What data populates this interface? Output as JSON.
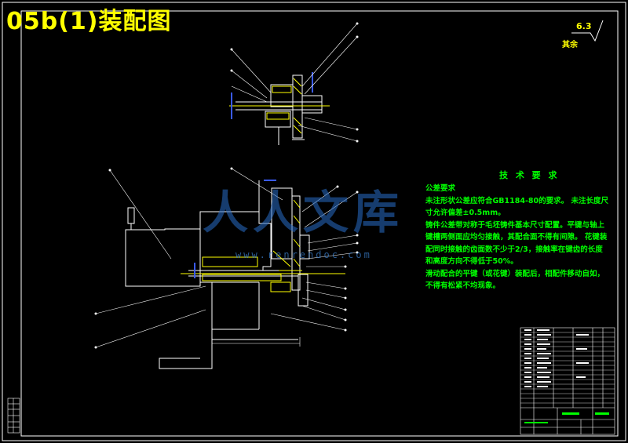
{
  "drawing": {
    "title": "05b(1)装配图",
    "roughness": {
      "value": "6.3",
      "label": "其余"
    },
    "tech_requirements": {
      "title": "技 术 要 求",
      "lines": [
        "公差要求",
        "未注形状公差应符合GB1184-80的要求。 未注长度尺寸允许偏差±0.5mm。",
        "铸件公差带对称于毛坯铸件基本尺寸配置。平键与轴上键槽两侧面应均匀接触，其配合面不得有间隙。 花键装配同时接触的齿面数不少于2/3，接触率在键齿的长度和高度方向不得低于50%。",
        "滑动配合的平键（或花键）装配后，相配件移动自如，不得有松紧不均现象。"
      ]
    },
    "watermark": {
      "text": "人人文库",
      "url": "www.renrendoc.com"
    },
    "colors": {
      "background": "#000000",
      "outline": "#ffffff",
      "accent": "#ffff00",
      "notes": "#00ff00",
      "dimension": "#0000ff"
    }
  }
}
